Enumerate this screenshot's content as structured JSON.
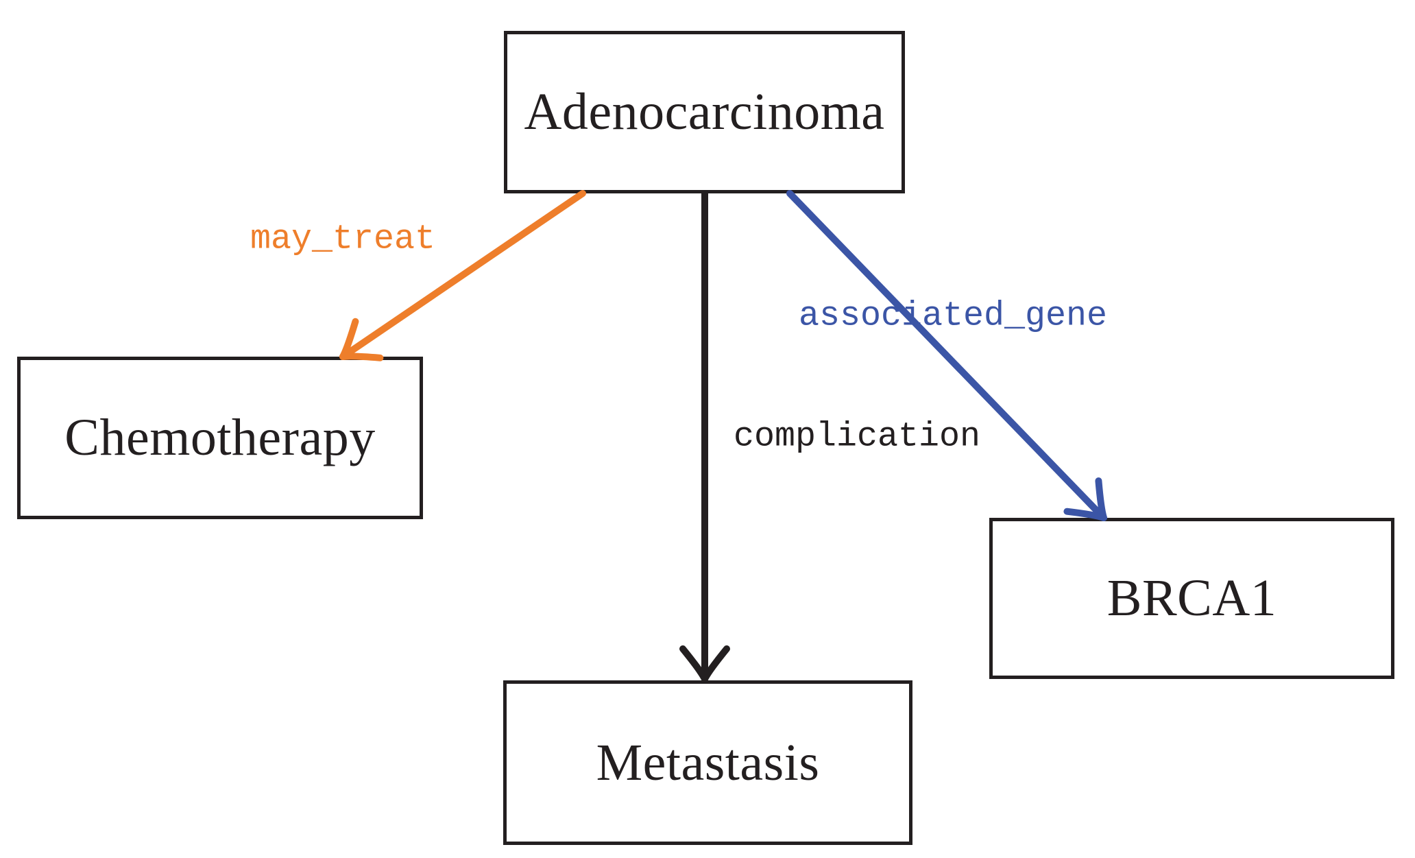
{
  "diagram": {
    "background_color": "#ffffff",
    "node_border_color": "#231f20",
    "node_text_color": "#231f20",
    "nodes": [
      {
        "id": "adenocarcinoma",
        "label": "Adenocarcinoma"
      },
      {
        "id": "chemotherapy",
        "label": "Chemotherapy"
      },
      {
        "id": "metastasis",
        "label": "Metastasis"
      },
      {
        "id": "brca1",
        "label": "BRCA1"
      }
    ],
    "edges": [
      {
        "source": "Adenocarcinoma",
        "target": "Chemotherapy",
        "label": "may_treat",
        "color": "#ee7e2b"
      },
      {
        "source": "Adenocarcinoma",
        "target": "Metastasis",
        "label": "complication",
        "color": "#231f20"
      },
      {
        "source": "Adenocarcinoma",
        "target": "BRCA1",
        "label": "associated_gene",
        "color": "#3b55a6"
      }
    ]
  }
}
